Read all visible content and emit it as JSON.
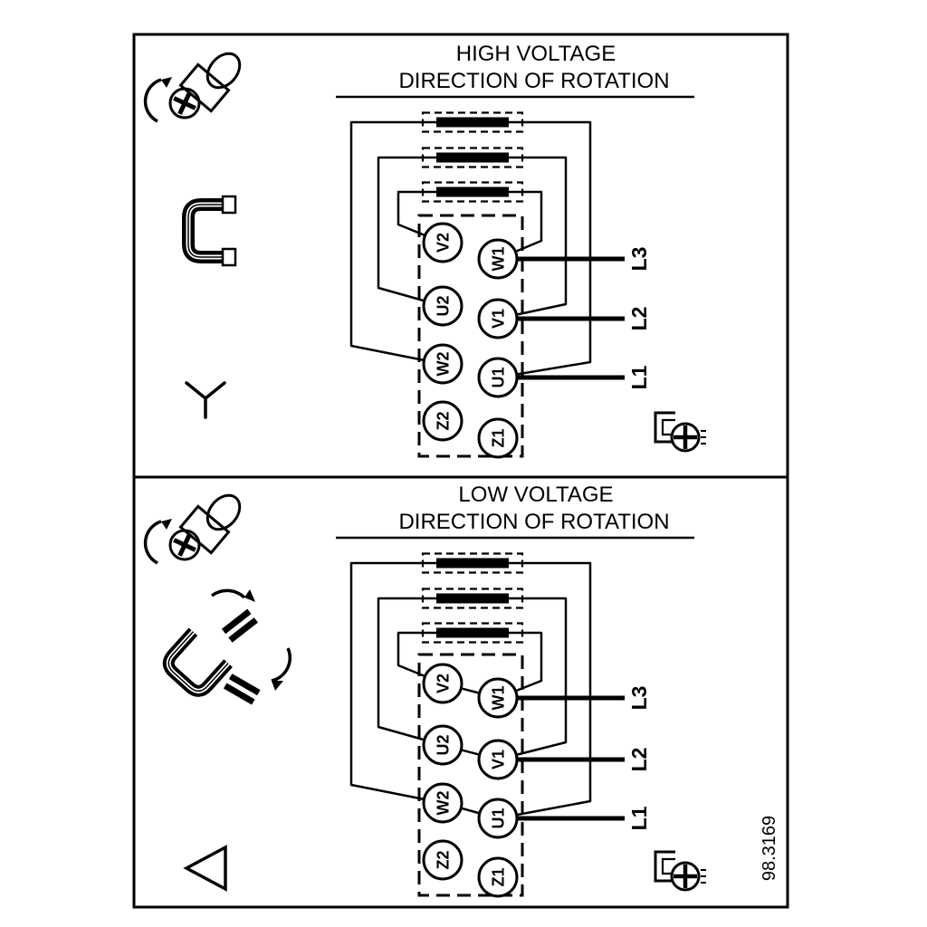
{
  "colors": {
    "ink": "#000000",
    "paper": "#ffffff"
  },
  "figure_number": "98.3169",
  "icons": {
    "screw_rotation": "screw-rotation-icon",
    "star_jumper": "star-jumper-icon",
    "delta_jumpers": "delta-jumpers-icon",
    "screw_terminal": "screw-terminal-icon",
    "star_symbol": "star-symbol",
    "delta_symbol": "delta-symbol"
  },
  "panels": [
    {
      "title_line1": "HIGH VOLTAGE",
      "title_line2": "DIRECTION OF ROTATION",
      "connection": "star",
      "terminals": {
        "left_column": [
          "V2",
          "U2",
          "W2",
          "Z2"
        ],
        "right_column": [
          "W1",
          "V1",
          "U1",
          "Z1"
        ]
      },
      "supply_labels": [
        "L3",
        "L2",
        "L1"
      ]
    },
    {
      "title_line1": "LOW VOLTAGE",
      "title_line2": "DIRECTION OF ROTATION",
      "connection": "delta",
      "terminals": {
        "left_column": [
          "V2",
          "U2",
          "W2",
          "Z2"
        ],
        "right_column": [
          "W1",
          "V1",
          "U1",
          "Z1"
        ]
      },
      "supply_labels": [
        "L3",
        "L2",
        "L1"
      ]
    }
  ]
}
